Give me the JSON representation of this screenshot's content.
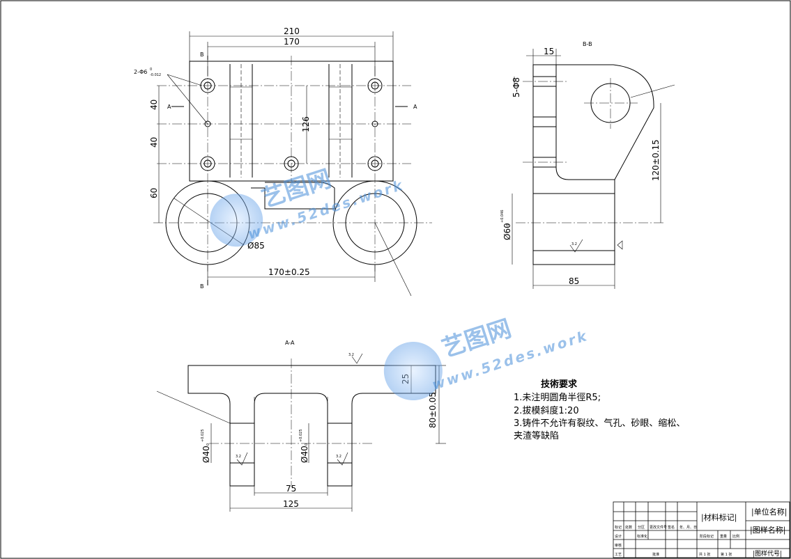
{
  "front_view": {
    "dim_width_total": "210",
    "dim_width_holes": "170",
    "dim_height_center": "126",
    "dim_v1": "40",
    "dim_v2": "40",
    "dim_v3": "60",
    "dim_bore": "Ø85",
    "dim_bore_spacing": "170±0.25",
    "hole_callout": "2-Φ6",
    "hole_tol_upper": "0",
    "hole_tol_lower": "-0.012",
    "section_a_left": "A",
    "section_a_right": "A",
    "section_b_top": "B",
    "section_b_bottom": "B"
  },
  "side_view": {
    "title": "B-B",
    "dim_top": "15",
    "dim_hole": "5-Φ8",
    "dim_height": "120±0.15",
    "dim_bore": "Ø60",
    "dim_bore_tol_upper": "+0.046",
    "dim_bore_tol_lower": "0",
    "dim_width": "85",
    "roughness": "3.2"
  },
  "section_view": {
    "title": "A-A",
    "dim_flange": "25",
    "dim_height": "80±0.05",
    "dim_bore_left": "Ø40",
    "dim_bore_right": "Ø40",
    "dim_tol_upper": "+0.025",
    "dim_tol_lower": "0",
    "dim_inner": "75",
    "dim_outer": "125",
    "roughness": "3.2"
  },
  "tech_requirements": {
    "title": "技術要求",
    "lines": [
      "1.未注明圆角半徑R5;",
      "2.拔模斜度1:20",
      "3.铸件不允许有裂纹、气孔、砂眼、缩松、",
      "  夹渣等缺陷"
    ]
  },
  "title_block": {
    "material_mark": "|材料标记|",
    "unit_name": "|单位名称|",
    "drawing_name": "|图样名称|",
    "drawing_code": "|图样代号|",
    "headers": [
      "标记",
      "处数",
      "分区",
      "更改文件号",
      "签名",
      "年、月、日"
    ],
    "row_labels": [
      "设计",
      "审核",
      "工艺"
    ],
    "row_cells": [
      "标准化",
      "批准"
    ],
    "stage_labels": [
      "阶段标记",
      "重量",
      "比例"
    ],
    "sheet_total": "共 1 张",
    "sheet_no": "第 1 张"
  },
  "watermark": {
    "brand": "艺图网",
    "url": "www.52des.work"
  }
}
